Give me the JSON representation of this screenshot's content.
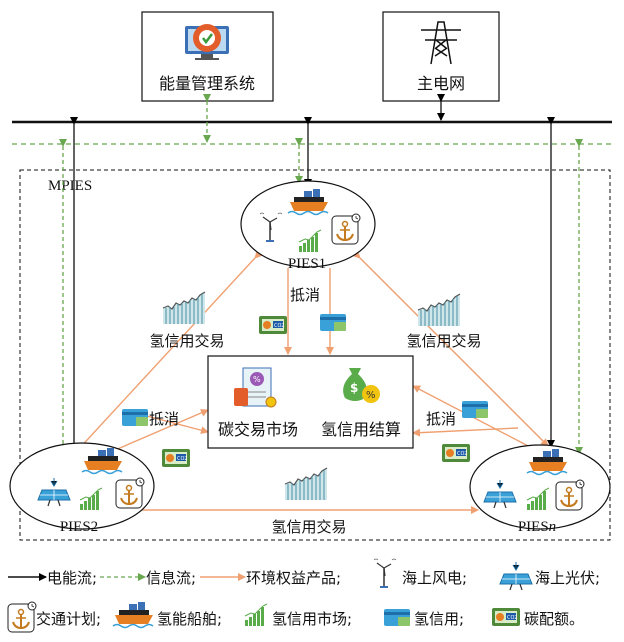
{
  "nodes": {
    "ems": "能量管理系统",
    "grid": "主电网",
    "mpies": "MPIES",
    "pies1": "PIES1",
    "pies2": "PIES2",
    "piesn_prefix": "PIES",
    "piesn_suffix": "n",
    "carbon_market": "碳交易市场",
    "hydrogen_settlement": "氢信用结算"
  },
  "edge_labels": {
    "trade_left": "氢信用交易",
    "trade_right": "氢信用交易",
    "trade_bottom": "氢信用交易",
    "offset_top": "抵消",
    "offset_left": "抵消",
    "offset_right": "抵消"
  },
  "legend": {
    "row1": [
      "电能流;",
      "信息流;",
      "环境权益产品;",
      "海上风电;",
      "海上光伏;"
    ],
    "row2": [
      "交通计划;",
      "氢能船舶;",
      "氢信用市场;",
      "氢信用;",
      "碳配额。"
    ]
  },
  "colors": {
    "power": "#000000",
    "info": "#6aa84f",
    "product": "#f0a070",
    "ship_hull": "#e67e22",
    "ship_deck": "#3b6fb6",
    "chart_green": "#5aab4a",
    "card_blue": "#3aa0d8",
    "quota_green": "#4f8a3a"
  },
  "icons": [
    "gear-monitor-icon",
    "transmission-tower-icon",
    "wind-turbine-icon",
    "solar-panel-icon",
    "ship-icon",
    "anchor-clock-icon",
    "credit-market-icon",
    "credit-card-icon",
    "carbon-quota-icon",
    "receipt-icon",
    "money-bag-icon"
  ]
}
